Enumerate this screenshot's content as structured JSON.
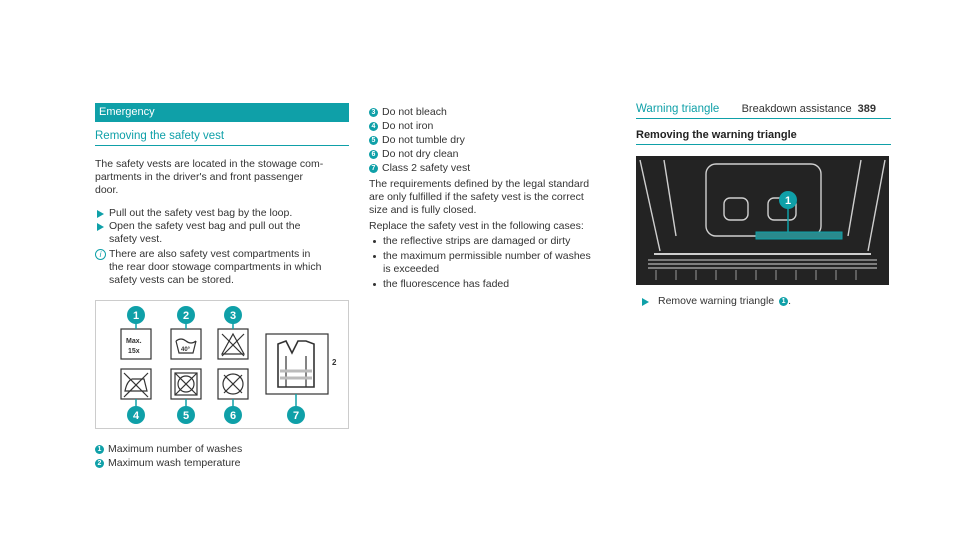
{
  "header": {
    "section": "Breakdown assistance",
    "page_number": "389"
  },
  "col1": {
    "section_bar": "Emergency",
    "subheading": "Removing the safety vest",
    "intro": "The safety vests are located in the stowage compartments in the driver's and front passenger door.",
    "intro_line1": "The safety  vests are located in the stowage com-",
    "intro_line2": "partments in the driver's and front passenger",
    "intro_line3": "door.",
    "steps": [
      "Pull out the safety vest bag by the loop.",
      "Open the safety vest bag and pull out the",
      "safety vest."
    ],
    "note_line1": "There are also safety vest compartments in",
    "note_line2": "the rear door stowage compartments in which",
    "note_line3": "safety vests can be stored.",
    "figure": {
      "max_label": "Max.",
      "max_count": "15x",
      "temp": "40°",
      "class_num": "2",
      "callouts": [
        "1",
        "2",
        "3",
        "4",
        "5",
        "6",
        "7"
      ]
    },
    "legend": [
      {
        "num": "1",
        "text": "Maximum number of washes"
      },
      {
        "num": "2",
        "text": "Maximum wash temperature"
      }
    ]
  },
  "col2": {
    "legend": [
      {
        "num": "3",
        "text": "Do not bleach"
      },
      {
        "num": "4",
        "text": "Do not iron"
      },
      {
        "num": "5",
        "text": "Do not tumble dry"
      },
      {
        "num": "6",
        "text": "Do not dry clean"
      },
      {
        "num": "7",
        "text": "Class 2 safety vest"
      }
    ],
    "req_line1": "The requirements defined by the legal standard",
    "req_line2": "are only fulfilled if the safety vest is the correct",
    "req_line3": "size and is fully closed.",
    "replace_intro": "Replace the safety vest in the following cases:",
    "bullets": [
      "the reflective strips are damaged or dirty",
      "the maximum permissible number of washes",
      "is exceeded",
      "the fluorescence has faded"
    ]
  },
  "col3": {
    "section_title": "Warning triangle",
    "subheading": "Removing the warning triangle",
    "figure_callout": "1",
    "step_text": "Remove warning triangle",
    "step_num": "1"
  },
  "colors": {
    "accent": "#0fa0a8",
    "text": "#333333"
  }
}
